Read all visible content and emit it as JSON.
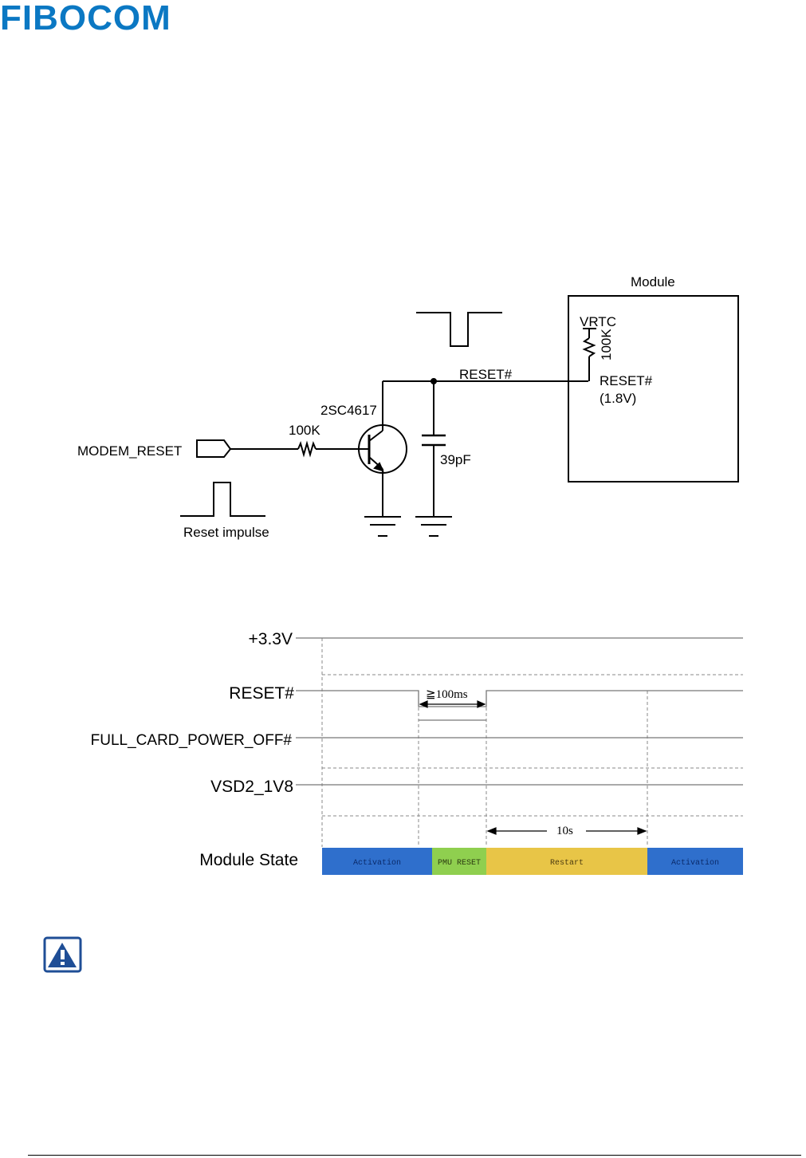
{
  "header": {
    "logo_text": "FIBOCOM",
    "brand_color": "#0b78c3"
  },
  "circuit": {
    "module_title": "Module",
    "vrtc": "VRTC",
    "pullup_resistor": "100K",
    "module_pin": "RESET#",
    "module_voltage": "(1.8V)",
    "net_label": "RESET#",
    "transistor": "2SC4617",
    "base_resistor": "100K",
    "input_signal": "MODEM_RESET",
    "capacitor": "39pF",
    "impulse_label": "Reset impulse"
  },
  "timing": {
    "signals": [
      "+3.3V",
      "RESET#",
      "FULL_CARD_POWER_OFF#",
      "VSD2_1V8"
    ],
    "pulse_label": "≧100ms",
    "restart_label": "10s",
    "state_label": "Module State",
    "states": [
      {
        "name": "Activation",
        "color": "#2f6fcc"
      },
      {
        "name": "PMU RESET",
        "color": "#8fcf4f"
      },
      {
        "name": "Restart",
        "color": "#e8c547"
      },
      {
        "name": "Activation",
        "color": "#2f6fcc"
      }
    ]
  },
  "note": {
    "icon": "warning-icon",
    "icon_color": "#1f4e96"
  }
}
